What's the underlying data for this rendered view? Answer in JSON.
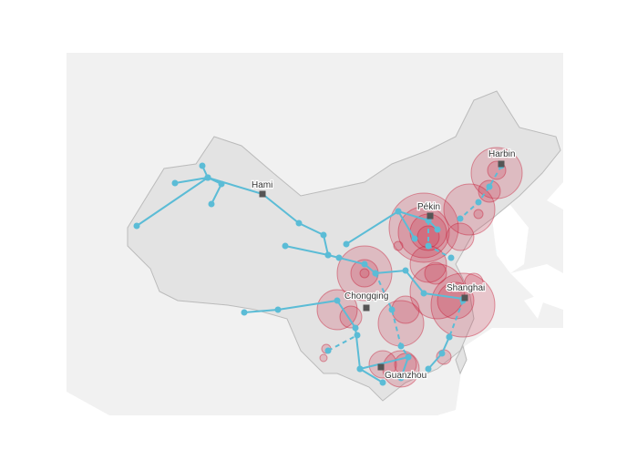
{
  "map": {
    "cities": [
      {
        "name": "Hami"
      },
      {
        "name": "Harbin"
      },
      {
        "name": "Pékin"
      },
      {
        "name": "Shanghai"
      },
      {
        "name": "Chongqing"
      },
      {
        "name": "Guanzhou"
      }
    ],
    "colors": {
      "route": "#5bbcd6",
      "bubble": "#c8203a",
      "land": "#eeeeee",
      "china": "#e3e3e3",
      "water": "#ffffff",
      "city_marker": "#555555"
    }
  }
}
